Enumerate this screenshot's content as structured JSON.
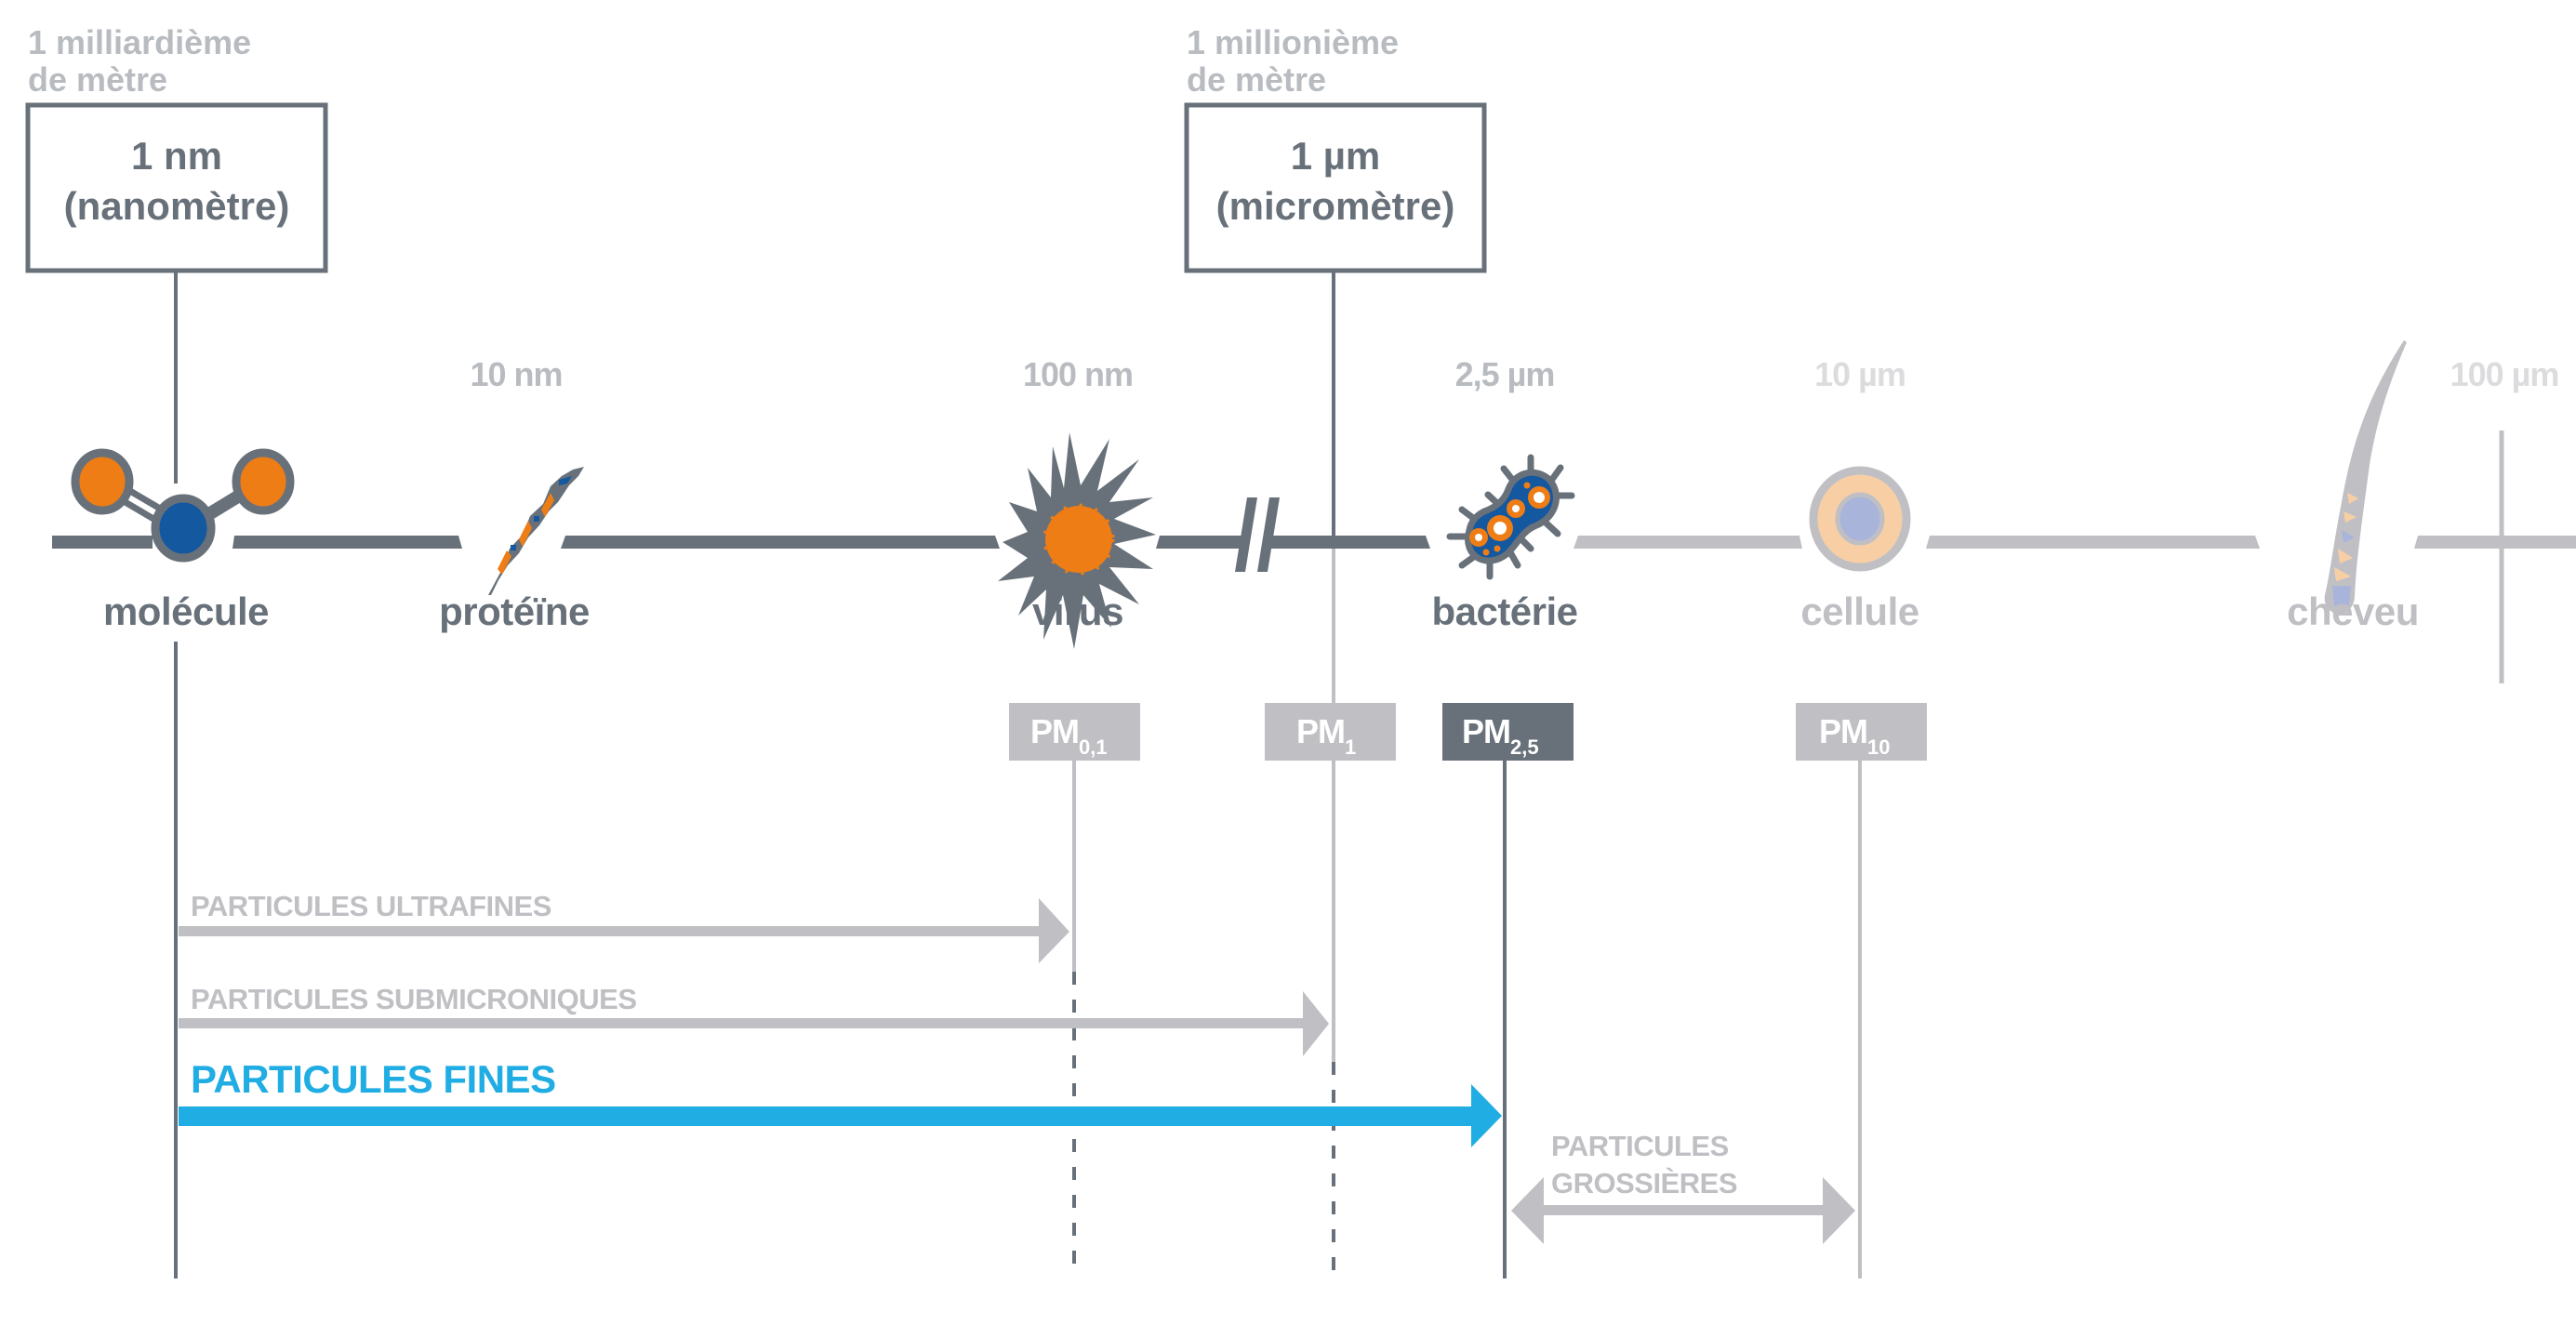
{
  "colors": {
    "dark": "#68717a",
    "light": "#c0c0c4",
    "lighter": "#dcdcde",
    "caption": "#b8bcc0",
    "orange": "#ee7d16",
    "blue": "#1458a0",
    "accent": "#20ade3",
    "cell_outer": "#f8cfa5",
    "cell_inner": "#a9b4da"
  },
  "references": [
    {
      "caption_line1": "1 milliardième",
      "caption_line2": "de mètre",
      "value": "1 nm",
      "unit_name": "(nanomètre)"
    },
    {
      "caption_line1": "1 millionième",
      "caption_line2": "de mètre",
      "value": "1 µm",
      "unit_name": "(micromètre)"
    }
  ],
  "scale": {
    "sizes": [
      {
        "label": "10 nm",
        "tone": "caption"
      },
      {
        "label": "100 nm",
        "tone": "caption"
      },
      {
        "label": "2,5 µm",
        "tone": "caption"
      },
      {
        "label": "10 µm",
        "tone": "lighter"
      },
      {
        "label": "100 µm",
        "tone": "lighter"
      }
    ],
    "objects": [
      {
        "name": "molécule",
        "icon": "molecule-icon",
        "tone": "dark"
      },
      {
        "name": "protéïne",
        "icon": "protein-icon",
        "tone": "dark"
      },
      {
        "name": "virus",
        "icon": "virus-icon",
        "tone": "dark"
      },
      {
        "name": "bactérie",
        "icon": "bacteria-icon",
        "tone": "dark"
      },
      {
        "name": "cellule",
        "icon": "cell-icon",
        "tone": "light"
      },
      {
        "name": "cheveu",
        "icon": "hair-icon",
        "tone": "light"
      }
    ],
    "break_symbol": "axis-break-icon"
  },
  "pm_markers": [
    {
      "base": "PM",
      "sub": "0,1",
      "highlight": false
    },
    {
      "base": "PM",
      "sub": "1",
      "highlight": false
    },
    {
      "base": "PM",
      "sub": "2,5",
      "highlight": true
    },
    {
      "base": "PM",
      "sub": "10",
      "highlight": false
    }
  ],
  "ranges": [
    {
      "label": "PARTICULES ULTRAFINES",
      "to": "PM0,1",
      "style": "light"
    },
    {
      "label": "PARTICULES SUBMICRONIQUES",
      "to": "PM1",
      "style": "light"
    },
    {
      "label": "PARTICULES FINES",
      "to": "PM2,5",
      "style": "accent"
    },
    {
      "label_line1": "PARTICULES",
      "label_line2": "GROSSIÈRES",
      "from": "PM2,5",
      "to": "PM10",
      "style": "light",
      "bidirectional": true
    }
  ]
}
